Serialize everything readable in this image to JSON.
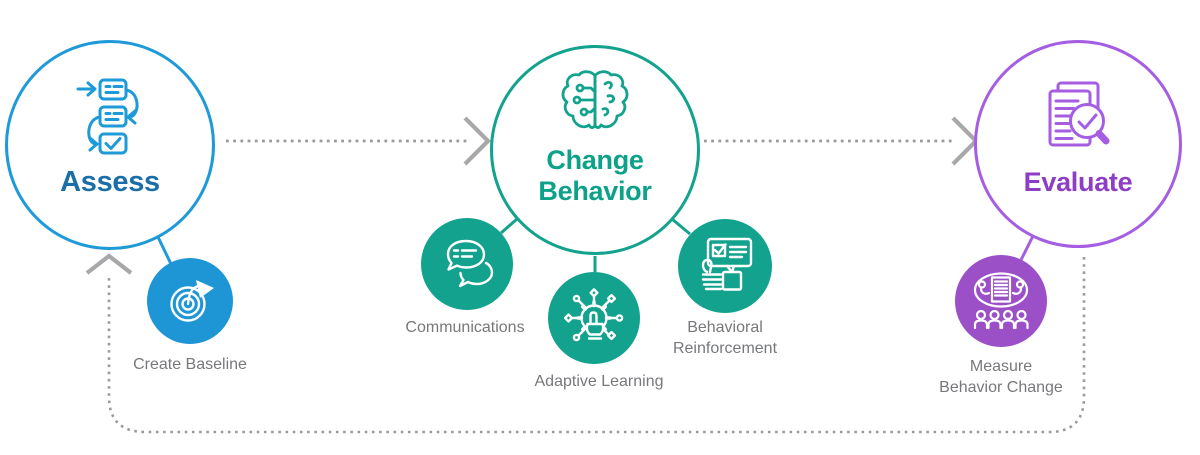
{
  "diagram": {
    "stages": {
      "assess": {
        "label": "Assess",
        "icon": "workflow-checklist-icon",
        "border_color": "#1e9ad8",
        "text_color": "#1b6fa9"
      },
      "change_behavior": {
        "label": "Change Behavior",
        "line1": "Change",
        "line2": "Behavior",
        "icon": "brain-circuit-icon",
        "border_color": "#12a28e",
        "text_color": "#0ca189"
      },
      "evaluate": {
        "label": "Evaluate",
        "icon": "document-magnifier-check-icon",
        "border_color": "#a55ee2",
        "text_color": "#8e3ec4"
      }
    },
    "substeps": {
      "create_baseline": {
        "label": "Create Baseline",
        "icon": "target-arrow-icon",
        "fill_color": "#1e96d6"
      },
      "communications": {
        "label": "Communications",
        "icon": "chat-bubbles-icon",
        "fill_color": "#13a28e"
      },
      "adaptive_learning": {
        "label": "Adaptive Learning",
        "icon": "gear-hand-network-icon",
        "fill_color": "#13a28e"
      },
      "behavioral_reinforcement": {
        "label": "Behavioral Reinforcement",
        "line1": "Behavioral",
        "line2": "Reinforcement",
        "icon": "thumbs-up-checklist-icon",
        "fill_color": "#13a28e"
      },
      "measure_behavior_change": {
        "label": "Measure Behavior Change",
        "line1": "Measure",
        "line2": "Behavior Change",
        "icon": "group-report-icon",
        "fill_color": "#9b50c7"
      }
    },
    "connectors": {
      "style": "dotted",
      "dot_color": "#9b9b9d",
      "arrowhead_color": "#a8a8aa",
      "flow": [
        "Assess → Change Behavior",
        "Change Behavior → Evaluate",
        "Evaluate → back to Assess (feedback loop)"
      ]
    },
    "sublabel_color": "#77787b"
  }
}
